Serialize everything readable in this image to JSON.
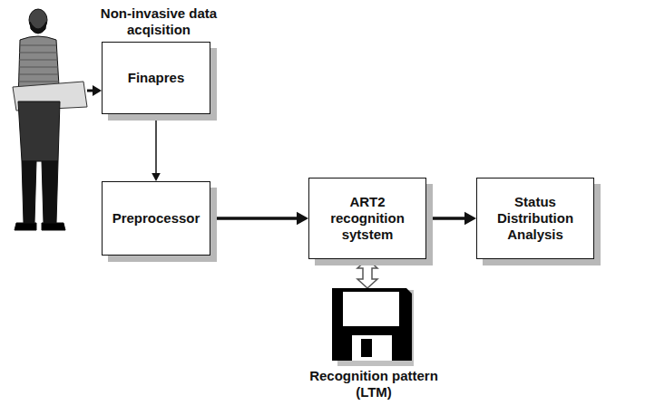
{
  "diagram": {
    "nodes": [
      {
        "text": [
          "Finapres"
        ]
      },
      {
        "text": [
          "Preprocessor"
        ]
      },
      {
        "text": [
          "ART2 recognition sytstem"
        ]
      },
      {
        "text": [
          "Status Distribution Analysis"
        ]
      },
      {
        "text": [
          "Recognition pattern (LTM)"
        ]
      }
    ],
    "edges": [
      {
        "from": 0,
        "to": 1,
        "arrow": "to"
      },
      {
        "from": 1,
        "to": 2,
        "arrow": "to"
      },
      {
        "from": 2,
        "to": 3,
        "arrow": "to"
      },
      {
        "from": 2,
        "to": 4,
        "arrow": "both"
      }
    ],
    "labels": [
      "Non-invasive data acqisition"
    ]
  }
}
